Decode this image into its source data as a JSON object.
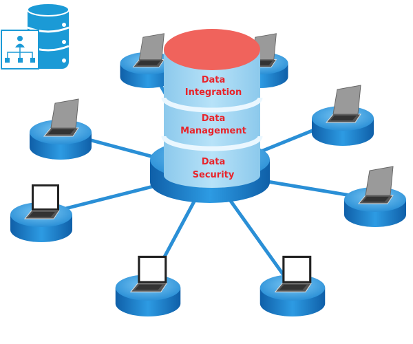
{
  "diagram": {
    "layers": [
      {
        "line1": "Data",
        "line2": "Integration"
      },
      {
        "line1": "Data",
        "line2": "Management"
      },
      {
        "line1": "Data",
        "line2": "Security"
      }
    ],
    "icon": "database-hierarchy-icon",
    "colors": {
      "hub_blue": "#2a8fd6",
      "cylinder": "#9fd4f2",
      "cylinder_top": "#f0635c",
      "label": "#e8232a",
      "logo": "#1b9ad6"
    }
  }
}
